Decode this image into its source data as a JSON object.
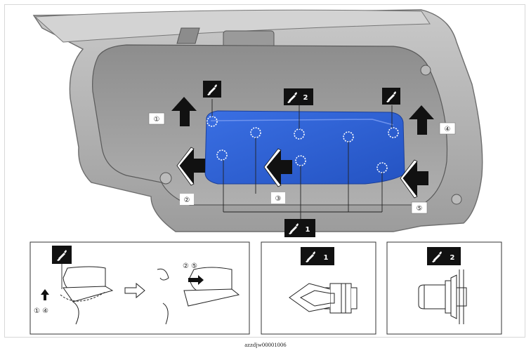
{
  "figure": {
    "caption": "azzdjw00001006",
    "colors": {
      "panel": "#2f62d6",
      "door_body": "#a9a9a9",
      "door_dark": "#7a7a7a",
      "arrow": "#111111",
      "clip_ring": "#ffffff",
      "tag_bg": "#111111"
    },
    "main_view": {
      "step_labels": [
        "①",
        "②",
        "③",
        "④",
        "⑤"
      ],
      "tool_tags": [
        {
          "icon": "clip-remover-icon",
          "label": ""
        },
        {
          "icon": "clip-remover-icon",
          "label": "2"
        },
        {
          "icon": "clip-remover-icon",
          "label": ""
        },
        {
          "icon": "clip-remover-icon",
          "label": "1"
        }
      ]
    },
    "detail_left": {
      "tool_icon": "clip-remover-icon",
      "label_up": "① ④",
      "label_right": "② ⑤"
    },
    "detail_clip1": {
      "tool_icon": "clip-remover-icon",
      "label": "1"
    },
    "detail_clip2": {
      "tool_icon": "clip-remover-icon",
      "label": "2"
    }
  }
}
